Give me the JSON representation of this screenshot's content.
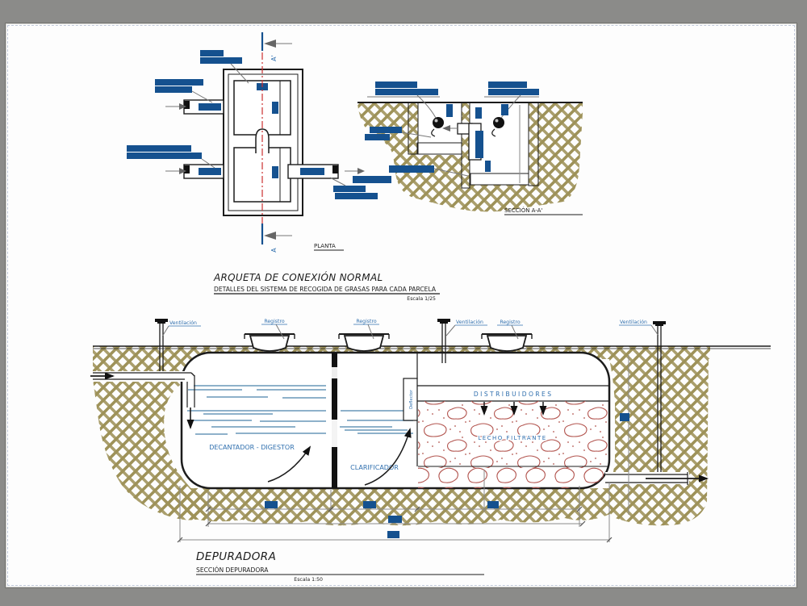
{
  "sheet": {
    "background": "#8b8b89",
    "paper": "#fdfdfd"
  },
  "colors": {
    "line": "#1c1c1c",
    "dim_gray": "#8a8a8a",
    "bar_blue": "#15518f",
    "label_blue": "#2f6fae",
    "water_blue": "#7ea6c2",
    "earth": "#9e9259",
    "wall_pink_fill": "#e2b3ae",
    "wall_pink_line": "#b97b78",
    "stone_red": "#b2544e",
    "centerline_red": "#cc2f2f"
  },
  "plan": {
    "caption": "PLANTA",
    "marker_top": "A'",
    "marker_bottom": "A"
  },
  "section_aa": {
    "caption": "SECCIÓN A-A'"
  },
  "title_block": {
    "title": "ARQUETA DE CONEXIÓN NORMAL",
    "subtitle": "DETALLES DEL SISTEMA DE RECOGIDA DE GRASAS PARA CADA PARCELA",
    "scale": "Escala 1/25"
  },
  "depuradora": {
    "vent": "Ventilación",
    "register": "Registro",
    "decantador": "DECANTADOR - DIGESTOR",
    "clarificador": "CLARIFICADOR",
    "deflector": "Deflector",
    "distribuidores": "D I S T R I B U I D O R E S",
    "lecho": "LECHO FILTRANTE",
    "title": "DEPURADORA",
    "section_caption": "SECCIÓN DEPURADORA",
    "scale": "Escala 1:50"
  }
}
